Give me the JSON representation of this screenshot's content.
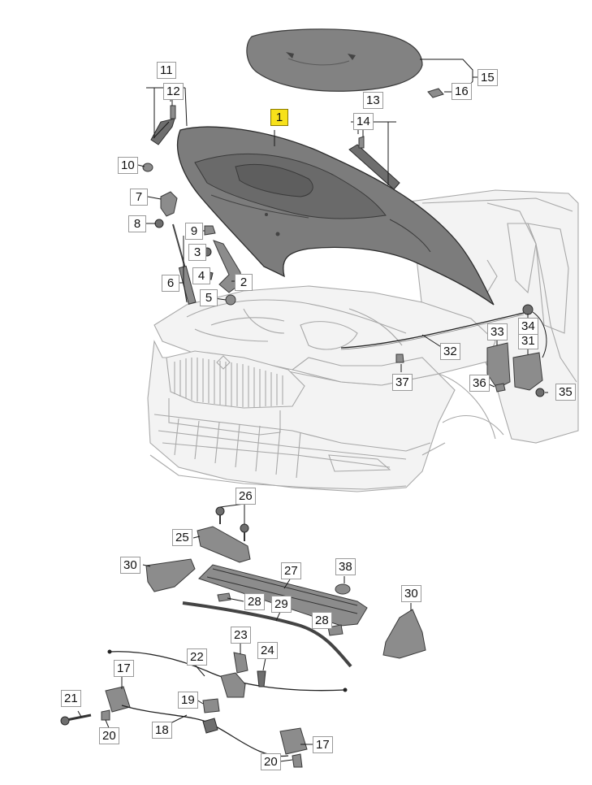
{
  "labels": {
    "p1": "1",
    "p2": "2",
    "p3": "3",
    "p4": "4",
    "p5": "5",
    "p6": "6",
    "p7": "7",
    "p8": "8",
    "p9": "9",
    "p10": "10",
    "p11": "11",
    "p12": "12",
    "p13": "13",
    "p14": "14",
    "p15": "15",
    "p16": "16",
    "p17a": "17",
    "p17b": "17",
    "p18": "18",
    "p19": "19",
    "p20a": "20",
    "p20b": "20",
    "p21": "21",
    "p22": "22",
    "p23": "23",
    "p24": "24",
    "p25": "25",
    "p26": "26",
    "p27": "27",
    "p28a": "28",
    "p28b": "28",
    "p29": "29",
    "p30a": "30",
    "p30b": "30",
    "p31": "31",
    "p32": "32",
    "p33": "33",
    "p34": "34",
    "p35": "35",
    "p36": "36",
    "p37": "37",
    "p38": "38"
  },
  "colors": {
    "highlight": "#f7e11a",
    "part_fill": "#8c8c8c",
    "outline": "#1a1a1a",
    "car_line": "#a8a8a8",
    "background": "#ffffff"
  }
}
